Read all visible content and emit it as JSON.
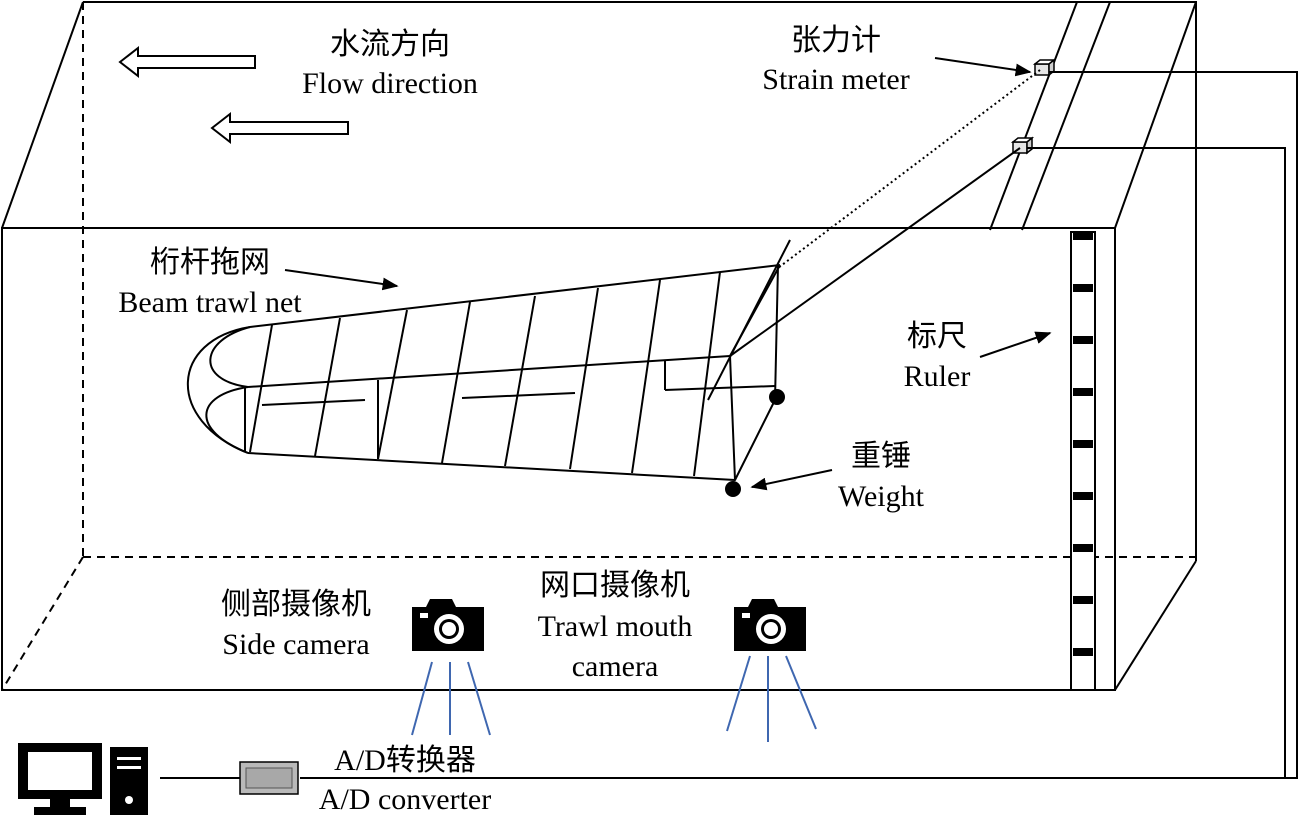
{
  "labels": {
    "flow_cn": "水流方向",
    "flow_en": "Flow direction",
    "strain_cn": "张力计",
    "strain_en": "Strain meter",
    "net_cn": "桁杆拖网",
    "net_en": "Beam trawl net",
    "ruler_cn": "标尺",
    "ruler_en": "Ruler",
    "weight_cn": "重锤",
    "weight_en": "Weight",
    "side_cam_cn": "侧部摄像机",
    "side_cam_en": "Side camera",
    "mouth_cam_cn": "网口摄像机",
    "mouth_cam_en_1": "Trawl mouth",
    "mouth_cam_en_2": "camera",
    "ad_cn": "A/D转换器",
    "ad_en": "A/D converter"
  },
  "icons": {
    "flow_arrow": "left-arrow-outline",
    "camera": "camera-icon",
    "computer": "computer-icon",
    "converter": "converter-box-icon"
  },
  "colors": {
    "ink": "#000000",
    "camera_rays": "#3f67b0",
    "converter_fill": "#b9b9b9"
  }
}
